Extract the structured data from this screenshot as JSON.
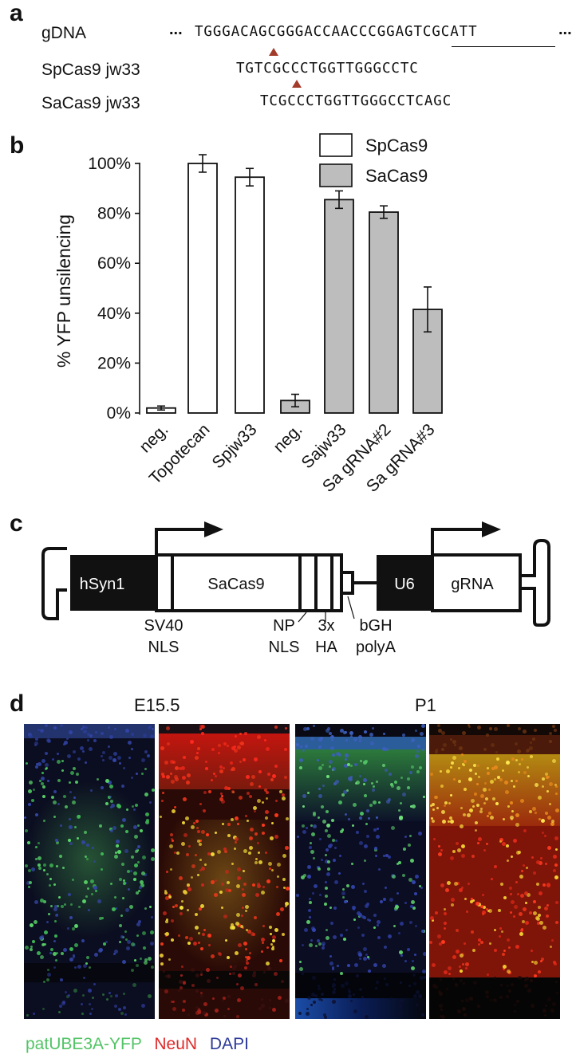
{
  "panel_a": {
    "letter": "a",
    "rows": [
      {
        "label": "gDNA",
        "sequence": "TGGGACAGCGGGACCAACCCGGAGTCGCATT",
        "prefix": "...",
        "suffix": "..."
      },
      {
        "label": "SpCas9 jw33",
        "sequence": "TGTCGCCCTGGTTGGGCCTC"
      },
      {
        "label": "SaCas9 jw33",
        "sequence": "TCGCCCTGGTTGGGCCTCAGC"
      }
    ],
    "colors": {
      "cut_marker": "#a33b2a"
    }
  },
  "panel_b": {
    "letter": "b"
  },
  "chart_data": {
    "type": "bar",
    "title": "",
    "xlabel": "",
    "ylabel": "% YFP unsilencing",
    "ylim": [
      0,
      100
    ],
    "yticks": [
      "0%",
      "20%",
      "40%",
      "60%",
      "80%",
      "100%"
    ],
    "categories": [
      "neg.",
      "Topotecan",
      "Spjw33",
      "neg.",
      "Sajw33",
      "Sa gRNA#2",
      "Sa gRNA#3"
    ],
    "values": [
      2,
      100,
      94.5,
      5,
      85.5,
      80.5,
      41.5
    ],
    "errors": [
      0.8,
      3.5,
      3.5,
      2.5,
      3.5,
      2.5,
      9
    ],
    "groups": [
      "SpCas9",
      "SpCas9",
      "SpCas9",
      "SaCas9",
      "SaCas9",
      "SaCas9",
      "SaCas9"
    ],
    "legend": [
      {
        "name": "SpCas9",
        "color": "#ffffff"
      },
      {
        "name": "SaCas9",
        "color": "#bdbdbd"
      }
    ],
    "legend_position": "top-right"
  },
  "panel_c": {
    "letter": "c",
    "box_labels": {
      "promoter": "hSyn1",
      "cas": "SaCas9",
      "u6": "U6",
      "grna": "gRNA"
    },
    "annotations": [
      {
        "line1": "SV40",
        "line2": "NLS"
      },
      {
        "line1": "NP",
        "line2": "NLS"
      },
      {
        "line1": "3x",
        "line2": "HA"
      },
      {
        "line1": "bGH",
        "line2": "polyA"
      }
    ]
  },
  "panel_d": {
    "letter": "d",
    "timepoints": [
      "E15.5",
      "P1"
    ],
    "legend": [
      {
        "text": "patUBE3A-YFP",
        "color": "#52c466"
      },
      {
        "text": "NeuN",
        "color": "#e02a2a"
      },
      {
        "text": "DAPI",
        "color": "#2d3a99"
      }
    ]
  }
}
